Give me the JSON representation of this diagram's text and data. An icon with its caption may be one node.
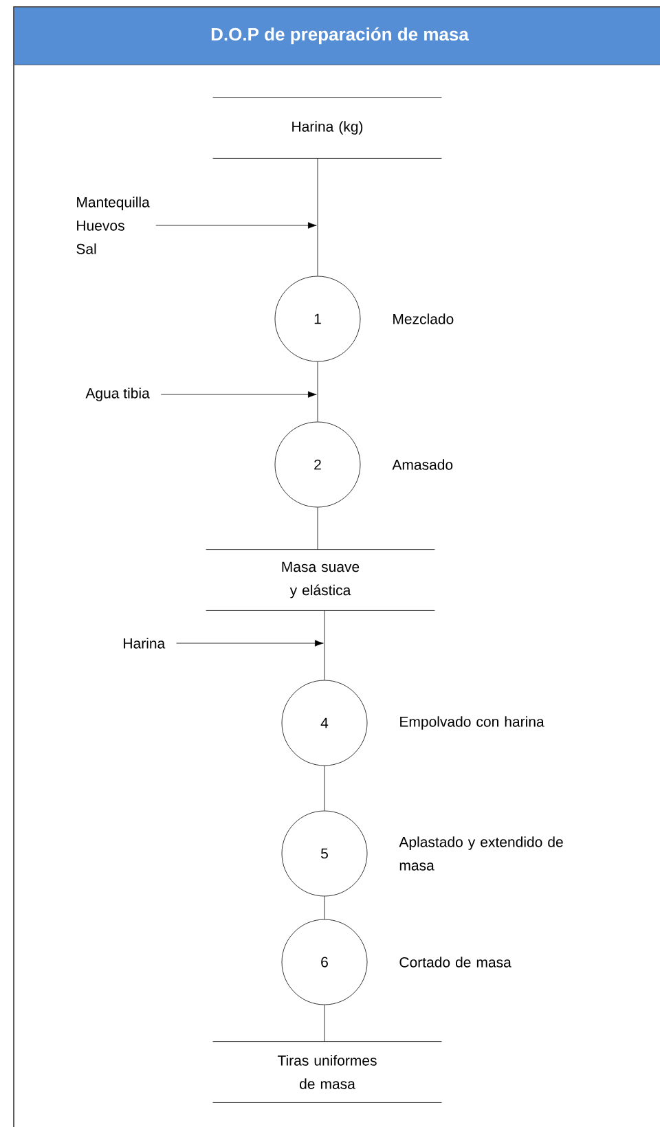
{
  "diagram": {
    "title": "D.O.P de preparación de masa",
    "nodes": [
      {
        "text": [
          "Harina (kg)"
        ]
      },
      {
        "text": [
          "Mantequilla Huevos Sal"
        ]
      },
      {
        "text": [
          "1"
        ],
        "beside": [
          "Mezclado"
        ]
      },
      {
        "text": [
          "Agua tibia"
        ]
      },
      {
        "text": [
          "2"
        ],
        "beside": [
          "Amasado"
        ]
      },
      {
        "text": [
          "Masa suave y elástica"
        ]
      },
      {
        "text": [
          "Harina"
        ]
      },
      {
        "text": [
          "4"
        ],
        "beside": [
          "Empolvado con harina"
        ]
      },
      {
        "text": [
          "5"
        ],
        "beside": [
          "Aplastado y extendido de masa"
        ]
      },
      {
        "text": [
          "6"
        ],
        "beside": [
          "Cortado de masa"
        ]
      },
      {
        "text": [
          "Tiras uniformes de masa"
        ]
      }
    ],
    "edges": [
      {
        "from": 0,
        "to": 2,
        "arrow": "none"
      },
      {
        "from": 1,
        "to": null,
        "arrow": "to"
      },
      {
        "from": 2,
        "to": 4,
        "arrow": "none"
      },
      {
        "from": 3,
        "to": null,
        "arrow": "to"
      },
      {
        "from": 4,
        "to": 5,
        "arrow": "none"
      },
      {
        "from": 5,
        "to": 7,
        "arrow": "none"
      },
      {
        "from": 6,
        "to": null,
        "arrow": "to"
      },
      {
        "from": 7,
        "to": 8,
        "arrow": "none"
      },
      {
        "from": 8,
        "to": 9,
        "arrow": "none"
      },
      {
        "from": 9,
        "to": 10,
        "arrow": "none"
      }
    ]
  }
}
